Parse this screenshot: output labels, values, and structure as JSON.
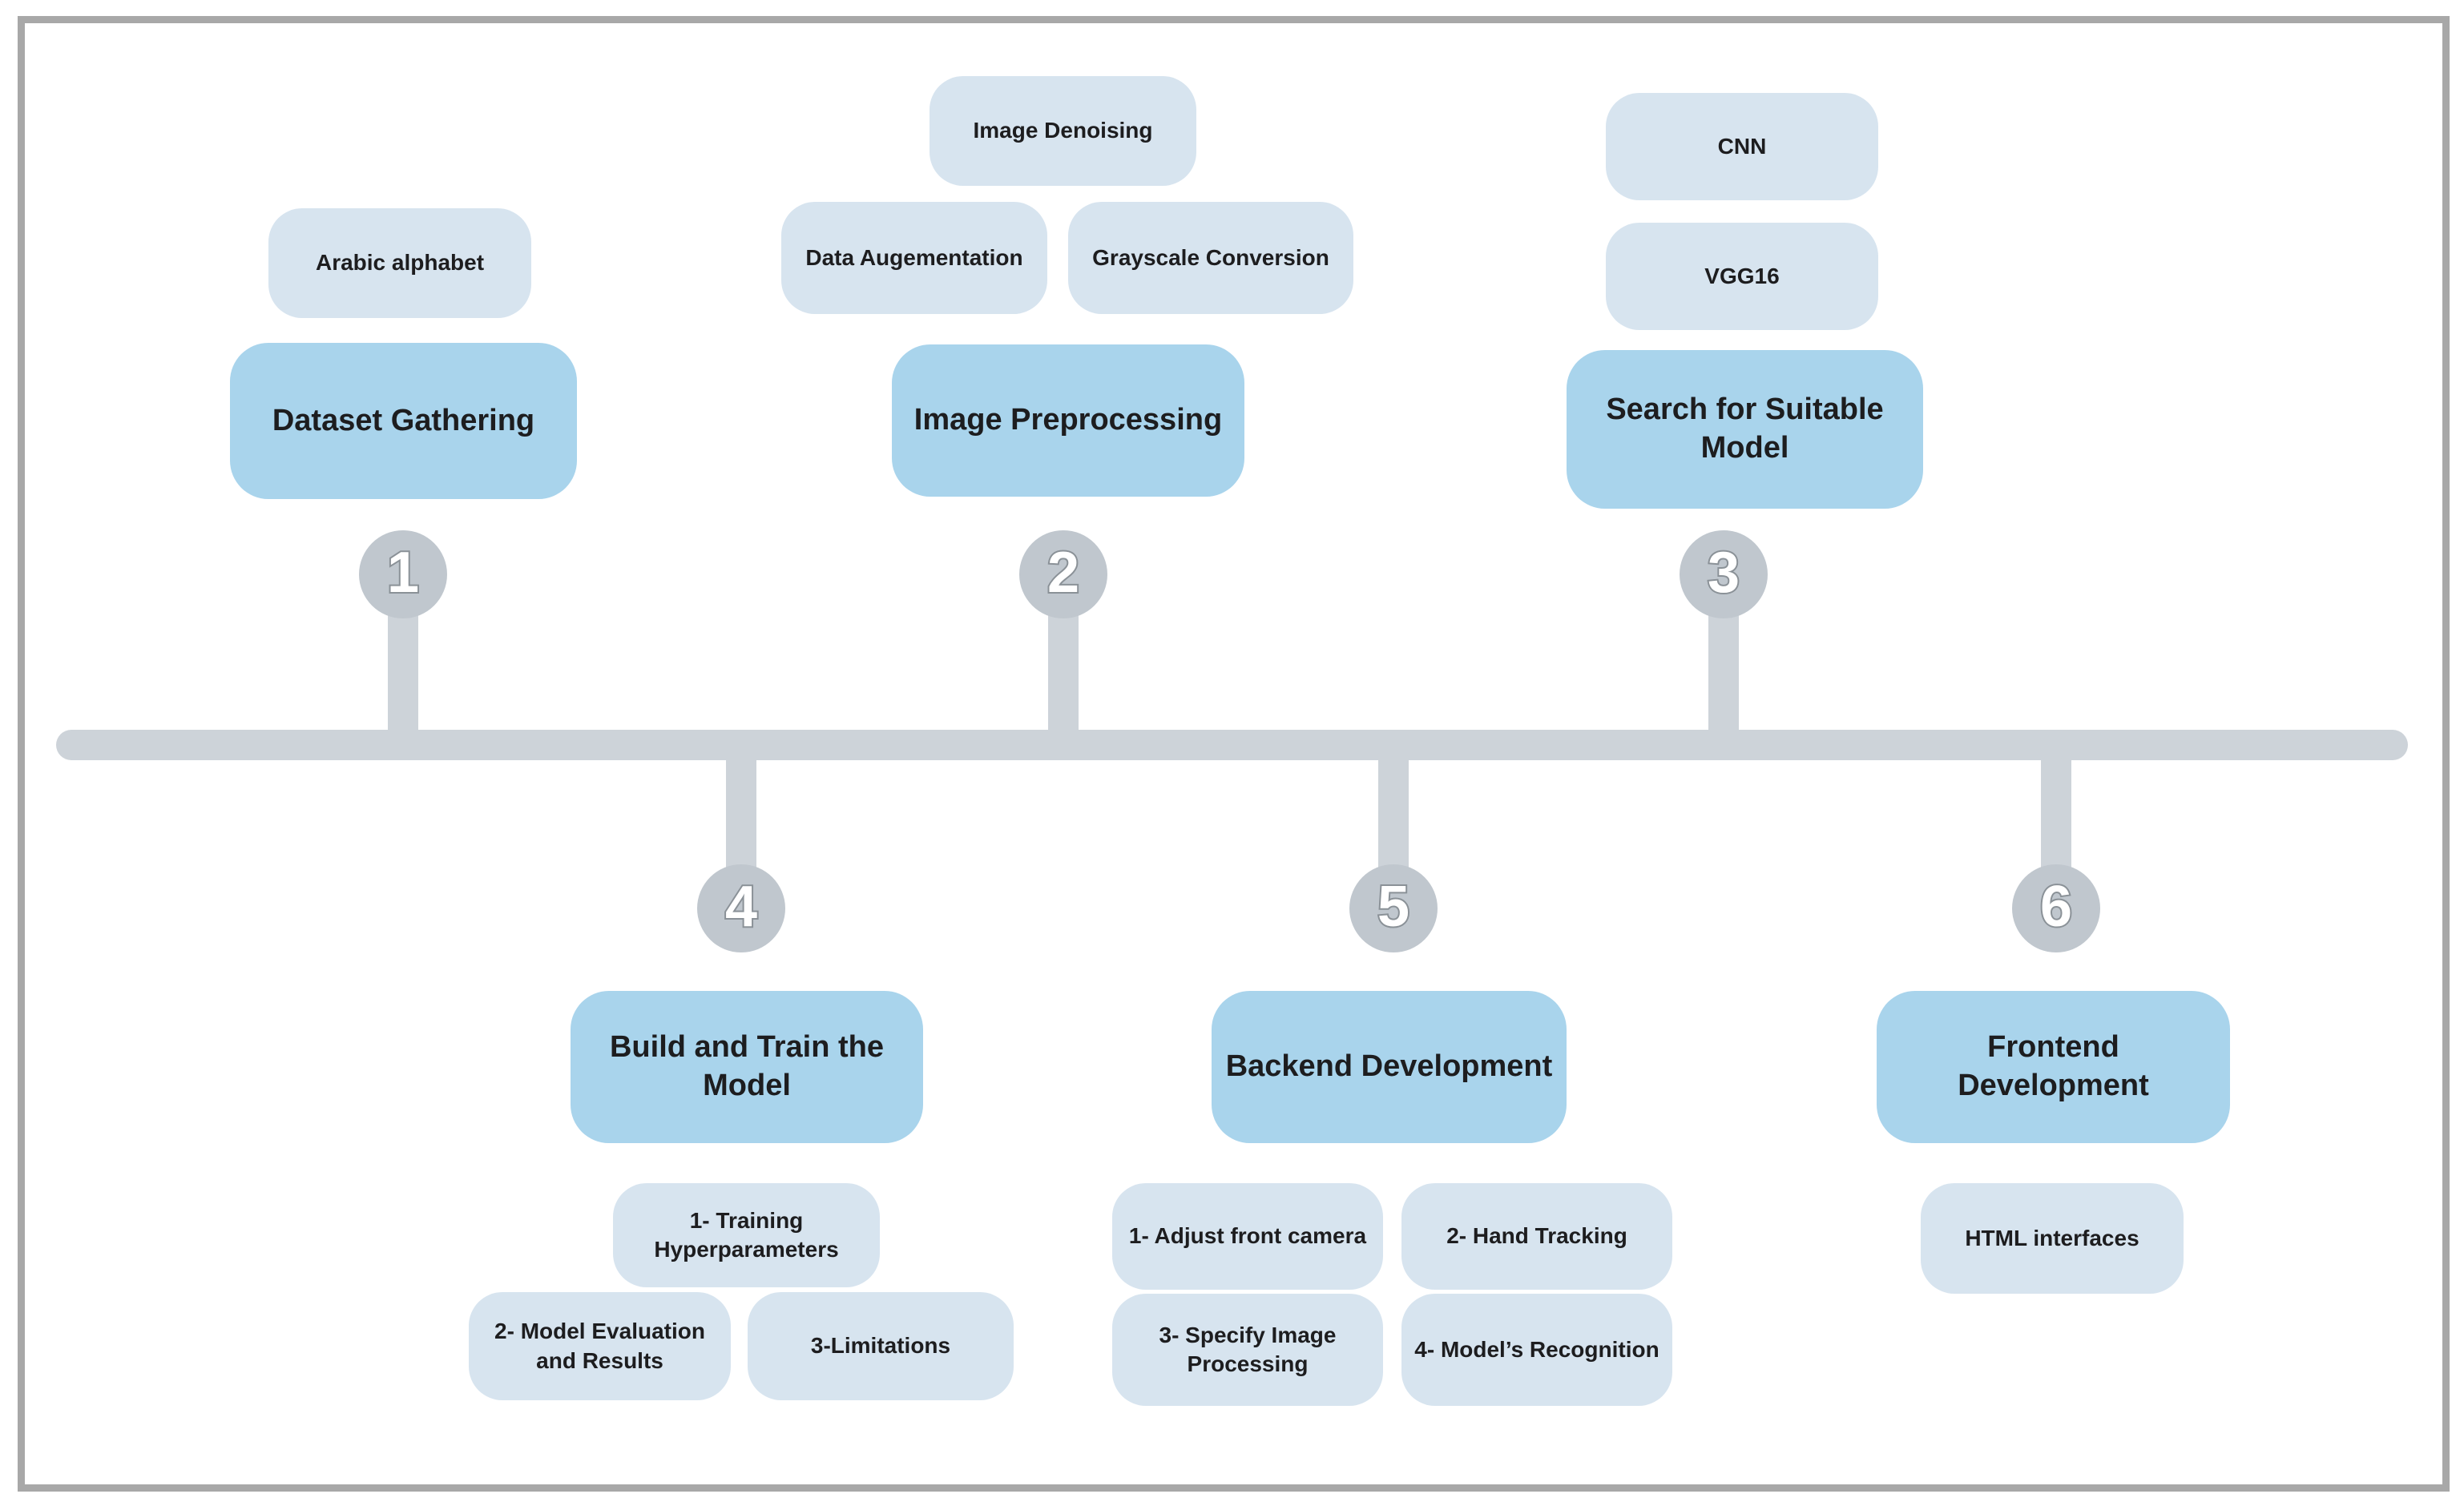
{
  "palette": {
    "accent": "#a9d4ec",
    "accent-light": "#d7e4ef",
    "line": "#cdd3d9",
    "node": "#c0c7ce",
    "node-outline": "#8a9197",
    "text": "#1d1d1f",
    "frame": "#a8a8a8",
    "bg": "#ffffff"
  },
  "diagram": {
    "type": "timeline-roadmap",
    "steps": [
      {
        "number": "1",
        "title": "Dataset Gathering",
        "items": [
          "Arabic alphabet"
        ]
      },
      {
        "number": "2",
        "title": "Image Preprocessing",
        "items": [
          "Image Denoising",
          "Data Augementation",
          "Grayscale Conversion"
        ]
      },
      {
        "number": "3",
        "title": "Search for Suitable Model",
        "items": [
          "CNN",
          "VGG16"
        ]
      },
      {
        "number": "4",
        "title": "Build and Train the Model",
        "items": [
          "1- Training Hyperparameters",
          "2- Model Evaluation and Results",
          "3-Limitations"
        ]
      },
      {
        "number": "5",
        "title": "Backend Development",
        "items": [
          "1- Adjust front camera",
          "2- Hand Tracking",
          "3- Specify Image Processing",
          "4- Model’s Recognition"
        ]
      },
      {
        "number": "6",
        "title": "Frontend Development",
        "items": [
          "HTML interfaces"
        ]
      }
    ]
  }
}
